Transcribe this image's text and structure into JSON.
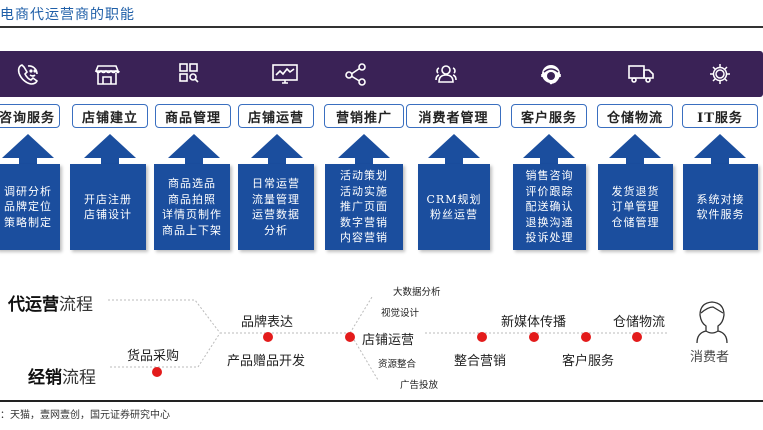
{
  "title": "电商代运营商的职能",
  "functions": [
    {
      "icon": "phone-consult-icon",
      "label": "咨询服务",
      "desc": [
        "调研分析",
        "品牌定位",
        "策略制定"
      ]
    },
    {
      "icon": "store-icon",
      "label": "店铺建立",
      "desc": [
        "开店注册",
        "店铺设计"
      ]
    },
    {
      "icon": "product-grid-search-icon",
      "label": "商品管理",
      "desc": [
        "商品选品",
        "商品拍照",
        "详情页制作",
        "商品上下架"
      ]
    },
    {
      "icon": "monitor-chart-icon",
      "label": "店铺运营",
      "desc": [
        "日常运营",
        "流量管理",
        "运营数据",
        "分析"
      ]
    },
    {
      "icon": "share-icon",
      "label": "营销推广",
      "desc": [
        "活动策划",
        "活动实施",
        "推广页面",
        "数字营销",
        "内容营销"
      ]
    },
    {
      "icon": "users-icon",
      "label": "消费者管理",
      "desc": [
        "CRM规划",
        "粉丝运营"
      ]
    },
    {
      "icon": "headset-agent-icon",
      "label": "客户服务",
      "desc": [
        "销售咨询",
        "评价跟踪",
        "配送确认",
        "退换沟通",
        "投诉处理"
      ]
    },
    {
      "icon": "truck-icon",
      "label": "仓储物流",
      "desc": [
        "发货退货",
        "订单管理",
        "仓储管理"
      ]
    },
    {
      "icon": "gear-icon",
      "label": "IT服务",
      "desc": [
        "系统对接",
        "软件服务"
      ]
    }
  ],
  "flow": {
    "dai_bold": "代运营",
    "dai_rest": "流程",
    "jing_bold": "经销",
    "jing_rest": "流程",
    "procurement": "货品采购",
    "brand_expression": "品牌表达",
    "product_gift_dev": "产品赠品开发",
    "store_operation": "店铺运营",
    "store_sub": [
      "大数据分析",
      "视觉设计",
      "资源整合",
      "广告投放"
    ],
    "integrated_marketing": "整合营销",
    "new_media": "新媒体传播",
    "customer_service": "客户服务",
    "warehouse_logistics": "仓储物流",
    "consumer": "消费者"
  },
  "colors": {
    "band": "#3a2256",
    "box_blue": "#1b4e9e",
    "label_border": "#3a6fc0",
    "dot_red": "#e31b1b",
    "title_blue": "#1f5fa8"
  },
  "source": "：天猫，壹网壹创，国元证券研究中心"
}
